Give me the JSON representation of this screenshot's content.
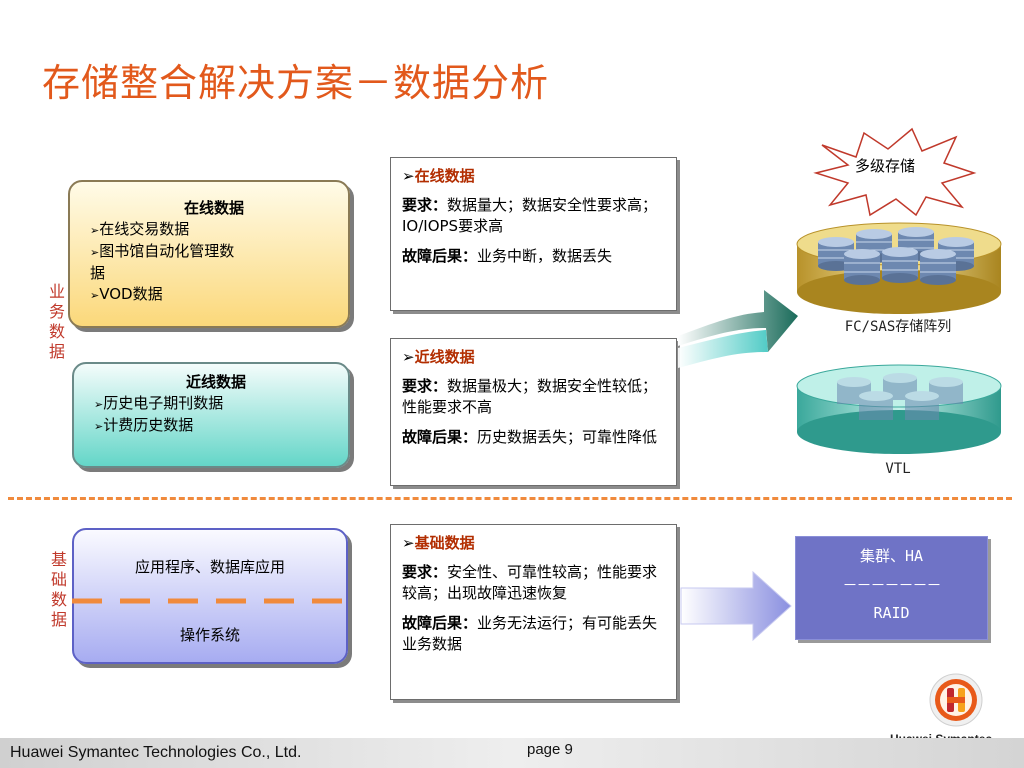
{
  "title": "存储整合解决方案－数据分析",
  "side_labels": {
    "business": [
      "业",
      "务",
      "数",
      "据"
    ],
    "basic": [
      "基",
      "础",
      "数",
      "据"
    ]
  },
  "left_boxes": {
    "online": {
      "heading": "在线数据",
      "items": [
        "在线交易数据",
        "图书馆自动化管理数",
        "据",
        "VOD数据"
      ]
    },
    "nearline": {
      "heading": "近线数据",
      "items": [
        "历史电子期刊数据",
        "计费历史数据"
      ]
    },
    "basic": {
      "top": "应用程序、数据库应用",
      "bottom": "操作系统"
    }
  },
  "panels": [
    {
      "heading": "在线数据",
      "req_label": "要求：",
      "req_text": "数据量大；数据安全性要求高；IO/IOPS要求高",
      "fail_label": "故障后果：",
      "fail_text": "业务中断，数据丢失"
    },
    {
      "heading": "近线数据",
      "req_label": "要求：",
      "req_text": "数据量极大；数据安全性较低；性能要求不高",
      "fail_label": "故障后果：",
      "fail_text": "历史数据丢失；可靠性降低"
    },
    {
      "heading": "基础数据",
      "req_label": "要求：",
      "req_text": "安全性、可靠性较高；性能要求较高；出现故障迅速恢复",
      "fail_label": "故障后果：",
      "fail_text": "业务无法运行；有可能丢失业务数据"
    }
  ],
  "right": {
    "burst_label": "多级存储",
    "array_label": "FC/SAS存储阵列",
    "vtl_label": "VTL",
    "ha_box": {
      "top": "集群、HA",
      "sep": "－－－－－－－",
      "bottom": "RAID"
    }
  },
  "footer": {
    "company": "Huawei Symantec Technologies Co., Ltd.",
    "page": "page 9",
    "logo": "Huawei Symantec"
  },
  "colors": {
    "title": "#e2591c",
    "panel_heading": "#b22d00",
    "divider": "#f08a3c",
    "side_label": "#c0392b"
  }
}
